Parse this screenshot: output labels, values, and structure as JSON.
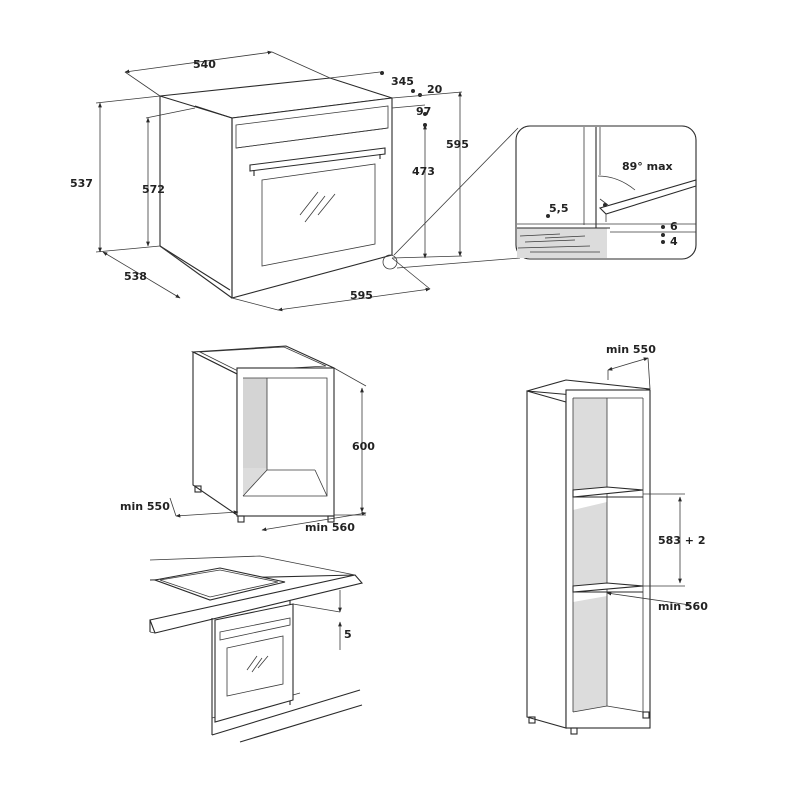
{
  "oven_dimensions": {
    "width_top": "540",
    "depth_top": "345",
    "door_offset": "20",
    "panel_height": "97",
    "height_right": "595",
    "door_window": "473",
    "height_left": "537",
    "inner_height": "572",
    "depth_bottom": "538",
    "width_bottom": "595"
  },
  "detail": {
    "hinge_angle": "89° max",
    "gap": "5,5",
    "clearance_a": "6",
    "clearance_b": "4"
  },
  "base_cabinet": {
    "height": "600",
    "depth": "min 550",
    "width": "min 560"
  },
  "worktop": {
    "gap": "5"
  },
  "tall_column": {
    "depth": "min 550",
    "niche": "583 + 2",
    "width": "min 560"
  }
}
